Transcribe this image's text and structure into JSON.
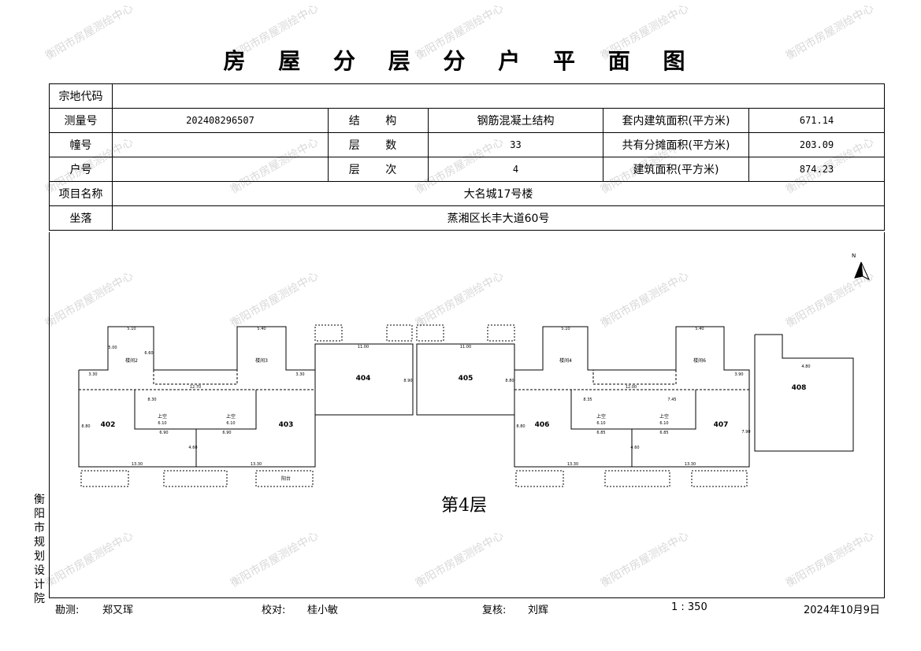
{
  "title": "房 屋 分 层 分 户 平 面 图",
  "watermark": "衡阳市房屋测绘中心",
  "table": {
    "parcel_code_label": "宗地代码",
    "parcel_code_value": "",
    "survey_no_label": "测量号",
    "survey_no_value": "202408296507",
    "structure_label": "结 构",
    "structure_value": "钢筋混凝土结构",
    "inner_area_label": "套内建筑面积(平方米)",
    "inner_area_value": "671.14",
    "building_no_label": "幢号",
    "building_no_value": "",
    "floors_label": "层 数",
    "floors_value": "33",
    "shared_area_label": "共有分摊面积(平方米)",
    "shared_area_value": "203.09",
    "unit_no_label": "户号",
    "unit_no_value": "",
    "level_label": "层 次",
    "level_value": "4",
    "build_area_label": "建筑面积(平方米)",
    "build_area_value": "874.23",
    "project_label": "项目名称",
    "project_value": "大名城17号楼",
    "location_label": "坐落",
    "location_value": "蒸湘区长丰大道60号"
  },
  "plan": {
    "floor_label": "第4层",
    "north": "N",
    "units": [
      "402",
      "403",
      "404",
      "405",
      "406",
      "407",
      "408"
    ],
    "rooms": {
      "stair2": "楼间2",
      "stair3": "楼间3",
      "stair4": "楼间4",
      "stair6": "楼间6",
      "up_a": "上空",
      "up_b": "上空",
      "up_c": "上空",
      "up_d": "上空",
      "balcony": "阳台"
    },
    "dims": {
      "d1": "5.10",
      "d2": "5.40",
      "d3": "11.00",
      "d4": "11.00",
      "d5": "5.10",
      "d6": "5.40",
      "d7": "13.30",
      "d8": "13.30",
      "d9": "13.30",
      "d10": "13.30",
      "d11": "6.10",
      "d12": "6.10",
      "d13": "6.10",
      "d14": "6.10",
      "d15": "6.90",
      "d16": "6.90",
      "d17": "6.85",
      "d18": "6.85",
      "d19": "8.80",
      "d20": "8.80",
      "d21": "4.80",
      "d22": "12.70",
      "d23": "12.00",
      "d24": "3.30",
      "d25": "3.30",
      "d26": "3.90",
      "d27": "8.30",
      "d28": "8.35",
      "d29": "7.45",
      "d30": "6.60",
      "d31": "5.00",
      "d32": "4.60",
      "d33": "4.60",
      "d34": "8.90",
      "d35": "7.90",
      "d36": "8.80"
    }
  },
  "vertical_org": [
    "衡",
    "阳",
    "市",
    "规",
    "划",
    "设",
    "计",
    "院"
  ],
  "footer": {
    "survey_label": "勘测:",
    "survey_person": "郑又珲",
    "check_label": "校对:",
    "check_person": "桂小敏",
    "review_label": "复核:",
    "review_person": "刘辉",
    "scale": "1 : 350",
    "date": "2024年10月9日"
  }
}
